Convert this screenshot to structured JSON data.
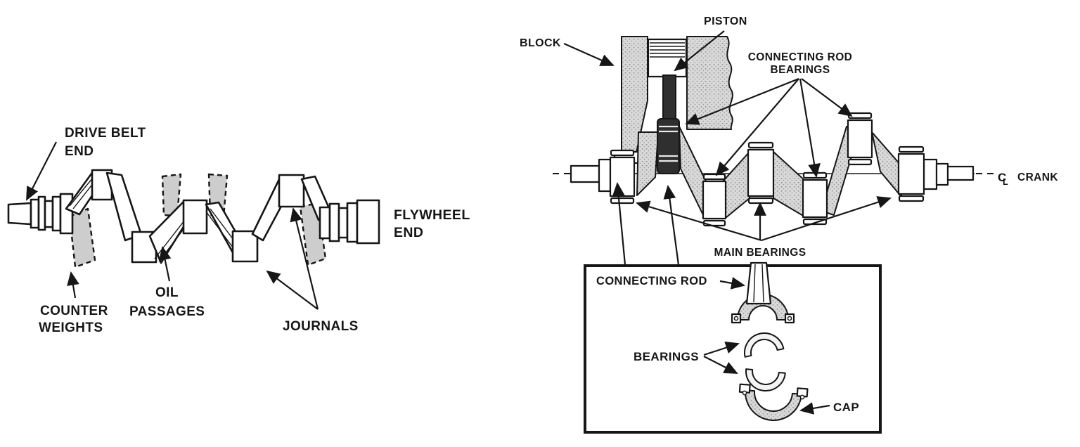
{
  "colors": {
    "line": "#161616",
    "background": "#ffffff",
    "counterweight_gray": "#cdcdcd",
    "stipple_gray": "#d9d9d9",
    "connecting_rod_dark": "#2f2f2f"
  },
  "left_diagram": {
    "subject": "crankshaft",
    "labels": {
      "drive_belt_end": {
        "line1": "DRIVE BELT",
        "line2": "END"
      },
      "counter_weights": {
        "line1": "COUNTER",
        "line2": "WEIGHTS"
      },
      "oil_passages": {
        "line1": "OIL",
        "line2": "PASSAGES"
      },
      "journals": "JOURNALS",
      "flywheel_end": {
        "line1": "FLYWHEEL",
        "line2": "END"
      }
    }
  },
  "right_diagram": {
    "subject": "crankshaft-in-engine-block",
    "labels": {
      "block": "BLOCK",
      "piston": "PISTON",
      "connecting_rod_bearings": {
        "line1": "CONNECTING ROD",
        "line2": "BEARINGS"
      },
      "centerline": {
        "c": "C",
        "l": "L",
        "label": "CRANK"
      },
      "main_bearings": "MAIN BEARINGS"
    },
    "inset": {
      "labels": {
        "connecting_rod": "CONNECTING ROD",
        "bearings": "BEARINGS",
        "cap": "CAP"
      }
    }
  }
}
